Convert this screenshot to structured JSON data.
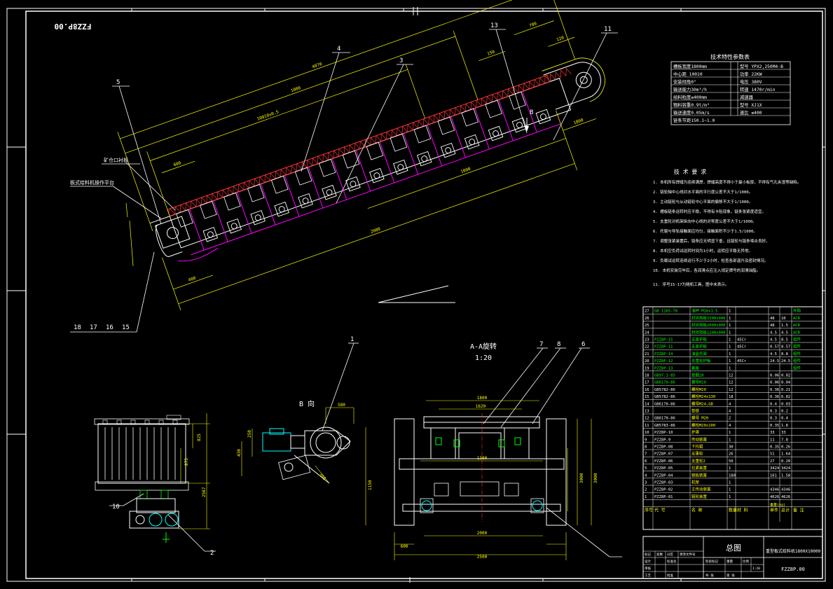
{
  "drawing_code_mirrored": "FZZ8P.00",
  "drawing_code": "FZZ8P.00",
  "main_title": "总图",
  "product_name": "重型板式给料机1800X10000",
  "tech_params": {
    "title": "技术特性参数表",
    "rows": [
      [
        "槽板宽度1800mm",
        "型号 YPX2,250M4-B"
      ],
      [
        "中心距 10010",
        "功率 22KW"
      ],
      [
        "安装倾角0°",
        "电压 380V"
      ],
      [
        "输送能力30m³/h",
        "转速 1470r/min"
      ],
      [
        "给料粒度≤400mm",
        "减速器"
      ],
      [
        "物料容重0.9t/m³",
        "型号 XJ1X"
      ],
      [
        "输送速度0.05m/s",
        "速比 ≤400"
      ],
      [
        "链条节距150.1~1.0"
      ]
    ]
  },
  "tech_requirements": {
    "title": "技 术 要 求",
    "items": [
      "1. 本机所有焊缝为连续满焊，焊缝高度不得小于最小板厚，不得有气孔夹渣等缺陷。",
      "2. 链轮轴中心线对水平面的平行度公差不大于1/1000。",
      "3. 主动链轮与从动链轮中心平面的偏移不大于1/1000。",
      "4. 槽板链条运转时应平稳，不得有卡阻现象，链条张紧度适宜。",
      "5. 支重轮对机架纵向中心线的对称度公差不大于1/1000。",
      "6. 托辊与导轨接触面应均匀，接触面积不少于1.5/1000。",
      "7. 调整张紧装置后，链条应无明显下垂，且链轮与链条啮合良好。",
      "8. 本机空负荷试运转时间为1小时，运转应平稳无异常。",
      "9. 负载试运转连续运行不少于2小时，检查各部温升及密封情况。",
      "10. 本机安装完毕后，各润滑点应注入规定牌号的润滑油脂。",
      "11. 序号15-17为随机工具，图中未表示。"
    ]
  },
  "view_labels": {
    "aa": "A-A旋转",
    "aa_scale": "1:20",
    "b": "B 向",
    "b_marker": "B",
    "left_note_1": "矿仓口衬板",
    "left_note_2": "板式给料机操作平台"
  },
  "balloons": [
    "4",
    "3",
    "13",
    "11",
    "5",
    "1",
    "7",
    "8",
    "6",
    "2",
    "10",
    "18",
    "17",
    "16",
    "15"
  ],
  "dims_top": [
    "4070",
    "1000",
    "10010±0.5",
    "600",
    "150",
    "700",
    "120",
    "400",
    "1000",
    "2000",
    "1800"
  ],
  "dims_aa": [
    "1800",
    "1620",
    "1380",
    "1150",
    "3000",
    "2000",
    "600",
    "2500",
    "3000"
  ],
  "dims_b": [
    "580",
    "250",
    "430",
    "300",
    "825",
    "875",
    "2567"
  ],
  "bom": {
    "header": [
      "序号",
      "代  号",
      "名  称",
      "数量",
      "材  料",
      "单件",
      "总计",
      "备 注"
    ],
    "weight_header": "重量(kg)",
    "rows": [
      [
        "27",
        "GB 1165-78",
        "油杯 M16x1.5",
        "1",
        "",
        "",
        "",
        "外购"
      ],
      [
        "26",
        "",
        "封闭挡板1500x900",
        "1",
        "",
        "48",
        "10",
        "ACR"
      ],
      [
        "25",
        "",
        "封闭挡板2000x900",
        "1",
        "",
        "48",
        "1.5",
        "ACR"
      ],
      [
        "24",
        "",
        "封闭挡板1200x900",
        "1",
        "",
        "4.5",
        "4.5",
        "ACR"
      ],
      [
        "23",
        "PZZ8P-15",
        "支座护板",
        "1",
        "45Cr",
        "4.5",
        "8.5",
        "组件"
      ],
      [
        "22",
        "PZZ8P-11",
        "支座护板",
        "1",
        "45Cr",
        "0.57",
        "8.57",
        "组件"
      ],
      [
        "21",
        "PZZ8P-14",
        "油盒托架",
        "1",
        "",
        "4.5",
        "8.8",
        "组件"
      ],
      [
        "20",
        "PZZ8P-12",
        "支重轮护板",
        "1",
        "45Cr",
        "24.5",
        "24.5",
        "组件"
      ],
      [
        "19",
        "PZZ8P-13",
        "基座",
        "1",
        "",
        "",
        "",
        "组件"
      ],
      [
        "18",
        "GB97.1-85",
        "垫圈20",
        "12",
        "",
        "0.06",
        "0.02",
        ""
      ],
      [
        "17",
        "GB6170-86",
        "螺母M20",
        "12",
        "",
        "0.06",
        "0.04",
        ""
      ],
      [
        "16",
        "GB5782-86",
        "螺栓M20",
        "12",
        "",
        "0.36",
        "0.21",
        ""
      ],
      [
        "15",
        "GB5782-86",
        "螺栓M24x130",
        "18",
        "",
        "0.36",
        "6.82",
        ""
      ],
      [
        "14",
        "GB6170-86",
        "螺母M24,GB",
        "4",
        "",
        "0.4",
        "0.03",
        ""
      ],
      [
        "13",
        "",
        "垫铁",
        "4",
        "",
        "0.3",
        "0.2",
        ""
      ],
      [
        "12",
        "GB6170-86",
        "螺母 M20",
        "2",
        "",
        "0.3",
        "0.4",
        ""
      ],
      [
        "11",
        "GB5783-86",
        "螺栓M20x100",
        "4",
        "",
        "0.35",
        "1.8",
        ""
      ],
      [
        "10",
        "PZZ8P-10",
        "护罩",
        "1",
        "",
        "33",
        "33",
        ""
      ],
      [
        "9",
        "PZZ8P-9",
        "传动装置",
        "1",
        "",
        "11",
        "7.8",
        ""
      ],
      [
        "8",
        "PZZ8P-08",
        "下托辊",
        "30",
        "",
        "0.35",
        "0.26",
        ""
      ],
      [
        "7",
        "PZZ8P-07",
        "支重轮",
        "26",
        "",
        "51",
        "1.64",
        ""
      ],
      [
        "6",
        "PZZ8P-06",
        "支重轮2",
        "50",
        "",
        "27",
        "0.20",
        ""
      ],
      [
        "5",
        "PZZ8P-05",
        "拉紧装置",
        "1",
        "",
        "3424",
        "3424",
        ""
      ],
      [
        "4",
        "PZZ8P-04",
        "链板装置",
        "180",
        "",
        "161",
        "1.58",
        ""
      ],
      [
        "3",
        "PZZ8P-03",
        "机架",
        "1",
        "",
        "",
        "",
        ""
      ],
      [
        "2",
        "PZZ8P-02",
        "主传动装置",
        "1",
        "",
        "4346",
        "4346",
        ""
      ],
      [
        "1",
        "PZZ8P-01",
        "链轮装置",
        "1",
        "",
        "4626",
        "4626",
        ""
      ]
    ]
  },
  "title_block": {
    "left_rows": [
      [
        "标记",
        "处数",
        "分区",
        "更改文件号",
        "签名",
        "年月日"
      ],
      [
        "设计",
        "",
        "标准化",
        "",
        "阶段标记",
        "重量",
        "比例"
      ],
      [
        "审核",
        "",
        "",
        "",
        "",
        "",
        "1:20"
      ],
      [
        "工艺",
        "",
        "批准",
        "",
        "共 张",
        "第 张"
      ]
    ]
  }
}
